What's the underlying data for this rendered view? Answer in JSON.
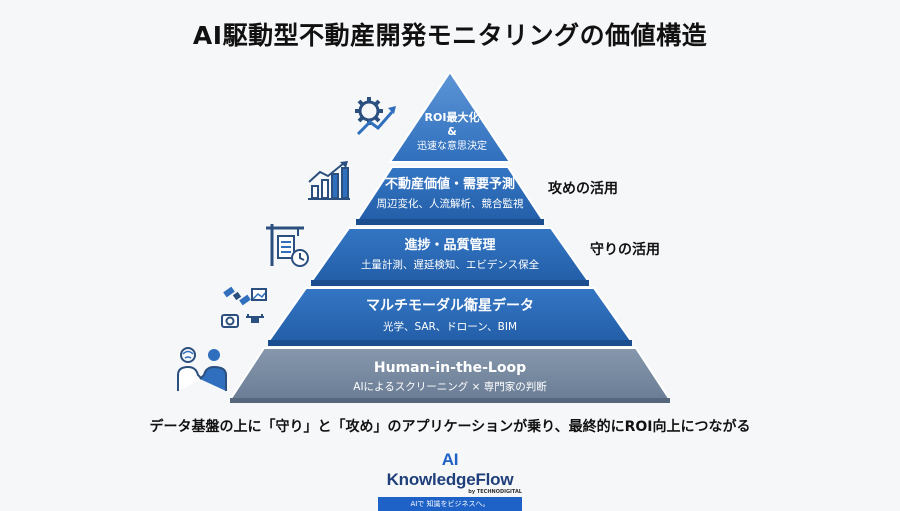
{
  "title": "AI駆動型不動産開発モニタリングの価値構造",
  "tiers": [
    {
      "title": "ROI最大化",
      "amp": "&",
      "sub": "迅速な意思決定"
    },
    {
      "title": "不動産価値・需要予測",
      "sub": "周辺変化、人流解析、競合監視"
    },
    {
      "title": "進捗・品質管理",
      "sub": "土量計測、遅延検知、エビデンス保全"
    },
    {
      "title": "マルチモーダル衛星データ",
      "sub": "光学、SAR、ドローン、BIM"
    },
    {
      "title": "Human-in-the-Loop",
      "sub": "AIによるスクリーニング × 専門家の判断"
    }
  ],
  "side_labels": {
    "offense": "攻めの活用",
    "defense": "守りの活用"
  },
  "footer": "データ基盤の上に「守り」と「攻め」のアプリケーションが乗り、最終的にROI向上につながる",
  "logo": {
    "ai": "AI",
    "name": " KnowledgeFlow",
    "by": "by TECHNODIGITAL",
    "tagline": "AIで 知識をビジネスへ。"
  },
  "colors": {
    "blue": "#2a6ab8",
    "blue_top": "#4f8ad0",
    "gray": "#7b8ea6",
    "logo_blue": "#1e62c8"
  }
}
